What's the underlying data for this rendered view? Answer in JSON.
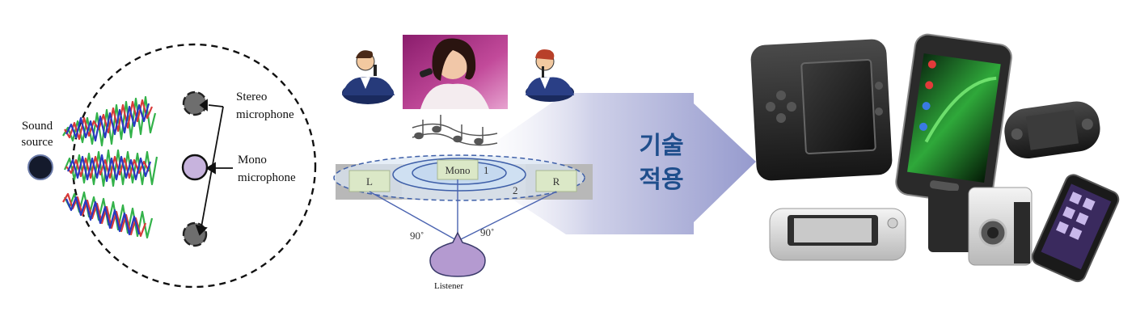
{
  "left_panel": {
    "sound_source_line1": "Sound",
    "sound_source_line2": "source",
    "stereo_line1": "Stereo",
    "stereo_line2": "microphone",
    "mono_line1": "Mono",
    "mono_line2": "microphone"
  },
  "middle_panel": {
    "left_speaker": "L",
    "mono_speaker": "Mono",
    "right_speaker": "R",
    "zone_1": "1",
    "zone_2": "2",
    "angle_left": "90˚",
    "angle_right": "90˚",
    "listener": "Listener"
  },
  "arrow": {
    "line1": "기술",
    "line2": "적용"
  },
  "colors": {
    "arrow": "#8a8fc8",
    "arrow_text": "#1f4e8c",
    "mono_mic": "#c7b3dd",
    "listener": "#b49ad0",
    "speaker_box": "#dbe8c7",
    "wave_red": "#d83a3a",
    "wave_green": "#33b24a",
    "wave_blue": "#2838c0"
  }
}
